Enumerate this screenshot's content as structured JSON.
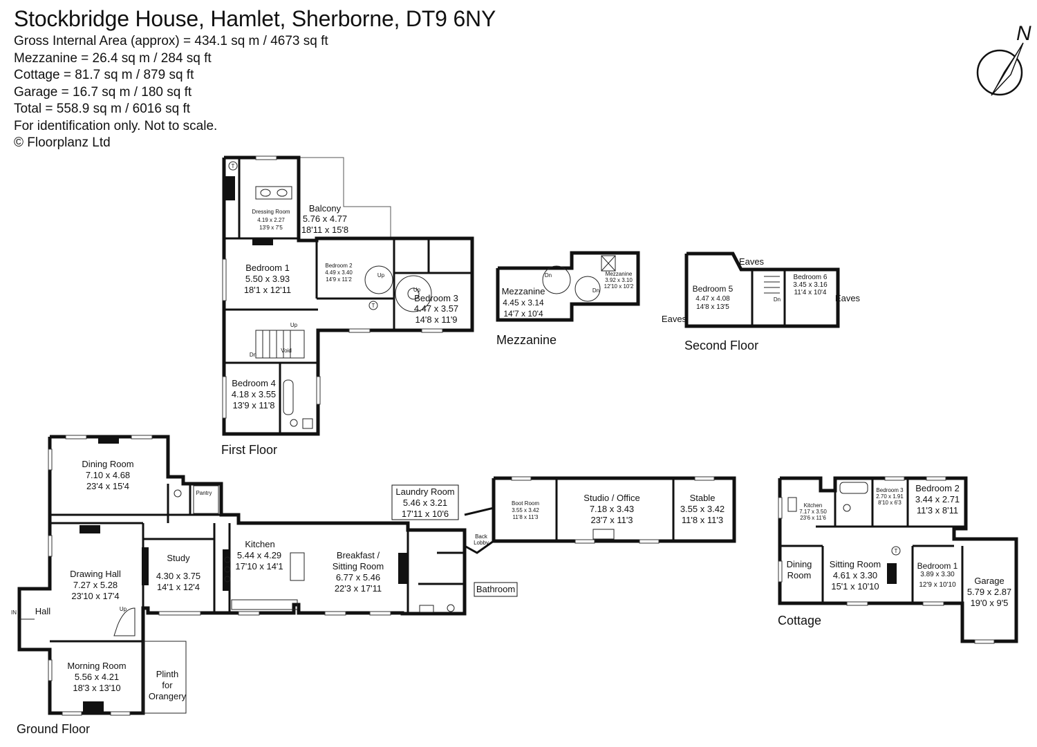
{
  "header": {
    "title": "Stockbridge House, Hamlet, Sherborne, DT9 6NY",
    "lines": [
      "Gross Internal Area (approx) = 434.1 sq m / 4673 sq ft",
      "Mezzanine = 26.4 sq m / 284 sq ft",
      "Cottage = 81.7 sq m / 879 sq ft",
      "Garage = 16.7 sq m / 180 sq ft",
      "Total = 558.9 sq m / 6016 sq ft",
      "For identification only. Not to scale.",
      "© Floorplanz Ltd"
    ]
  },
  "compass": {
    "label": "N"
  },
  "floor_labels": {
    "first": "First Floor",
    "mezzanine": "Mezzanine",
    "second": "Second Floor",
    "ground": "Ground Floor",
    "cottage": "Cottage"
  },
  "rooms": {
    "dressing": {
      "name": "Dressing Room",
      "m": "4.19 x 2.27",
      "ft": "13'9 x 7'5"
    },
    "balcony": {
      "name": "Balcony",
      "m": "5.76 x 4.77",
      "ft": "18'11 x 15'8"
    },
    "bed1": {
      "name": "Bedroom 1",
      "m": "5.50 x 3.93",
      "ft": "18'1 x 12'11"
    },
    "bed2": {
      "name": "Bedroom 2",
      "m": "4.49 x 3.40",
      "ft": "14'9 x 11'2"
    },
    "bed3": {
      "name": "Bedroom 3",
      "m": "4.47 x 3.57",
      "ft": "14'8 x 11'9"
    },
    "bed4": {
      "name": "Bedroom 4",
      "m": "4.18 x 3.55",
      "ft": "13'9 x 11'8"
    },
    "mezz1": {
      "name": "Mezzanine",
      "m": "4.45 x 3.14",
      "ft": "14'7 x 10'4"
    },
    "mezz2": {
      "name": "Mezzanine",
      "m": "3.92 x 3.10",
      "ft": "12'10 x 10'2"
    },
    "bed5": {
      "name": "Bedroom 5",
      "m": "4.47 x 4.08",
      "ft": "14'8 x 13'5"
    },
    "bed6": {
      "name": "Bedroom 6",
      "m": "3.45 x 3.16",
      "ft": "11'4 x 10'4"
    },
    "dining": {
      "name": "Dining Room",
      "m": "7.10 x 4.68",
      "ft": "23'4 x 15'4"
    },
    "drawing": {
      "name": "Drawing Hall",
      "m": "7.27 x 5.28",
      "ft": "23'10 x 17'4"
    },
    "study": {
      "name": "Study",
      "m": "4.30 x 3.75",
      "ft": "14'1 x 12'4"
    },
    "kitchen": {
      "name": "Kitchen",
      "m": "5.44 x 4.29",
      "ft": "17'10 x 14'1"
    },
    "breakfast": {
      "name1": "Breakfast /",
      "name2": "Sitting Room",
      "m": "6.77 x 5.46",
      "ft": "22'3 x 17'11"
    },
    "laundry": {
      "name": "Laundry Room",
      "m": "5.46 x 3.21",
      "ft": "17'11 x 10'6"
    },
    "boot": {
      "name": "Boot Room",
      "m": "3.55 x 3.42",
      "ft": "11'8 x 11'3"
    },
    "studio": {
      "name": "Studio / Office",
      "m": "7.18 x 3.43",
      "ft": "23'7 x 11'3"
    },
    "stable": {
      "name": "Stable",
      "m": "3.55 x 3.42",
      "ft": "11'8 x 11'3"
    },
    "morning": {
      "name": "Morning Room",
      "m": "5.56 x 4.21",
      "ft": "18'3 x 13'10"
    },
    "c_kitchen": {
      "name": "Kitchen",
      "m": "7.17 x 3.50",
      "ft": "23'6 x 11'6"
    },
    "c_bed3": {
      "name": "Bedroom 3",
      "m": "2.70 x 1.91",
      "ft": "8'10 x 6'3"
    },
    "c_bed2": {
      "name": "Bedroom 2",
      "m": "3.44 x 2.71",
      "ft": "11'3 x 8'11"
    },
    "c_sitting": {
      "name": "Sitting Room",
      "m": "4.61 x 3.30",
      "ft": "15'1 x 10'10"
    },
    "c_bed1": {
      "name": "Bedroom 1",
      "m": "3.89 x 3.30",
      "ft": "12'9 x 10'10"
    },
    "garage": {
      "name": "Garage",
      "m": "5.79 x 2.87",
      "ft": "19'0 x 9'5"
    }
  },
  "labels": {
    "pantry": "Pantry",
    "back_lobby_1": "Back",
    "back_lobby_2": "Lobby",
    "bathroom": "Bathroom",
    "hall": "Hall",
    "in": "IN",
    "up": "Up",
    "dn": "Dn",
    "void": "Void",
    "eaves": "Eaves",
    "plinth_1": "Plinth",
    "plinth_2": "for",
    "plinth_3": "Orangery",
    "c_dining_1": "Dining",
    "c_dining_2": "Room",
    "t": "T"
  }
}
